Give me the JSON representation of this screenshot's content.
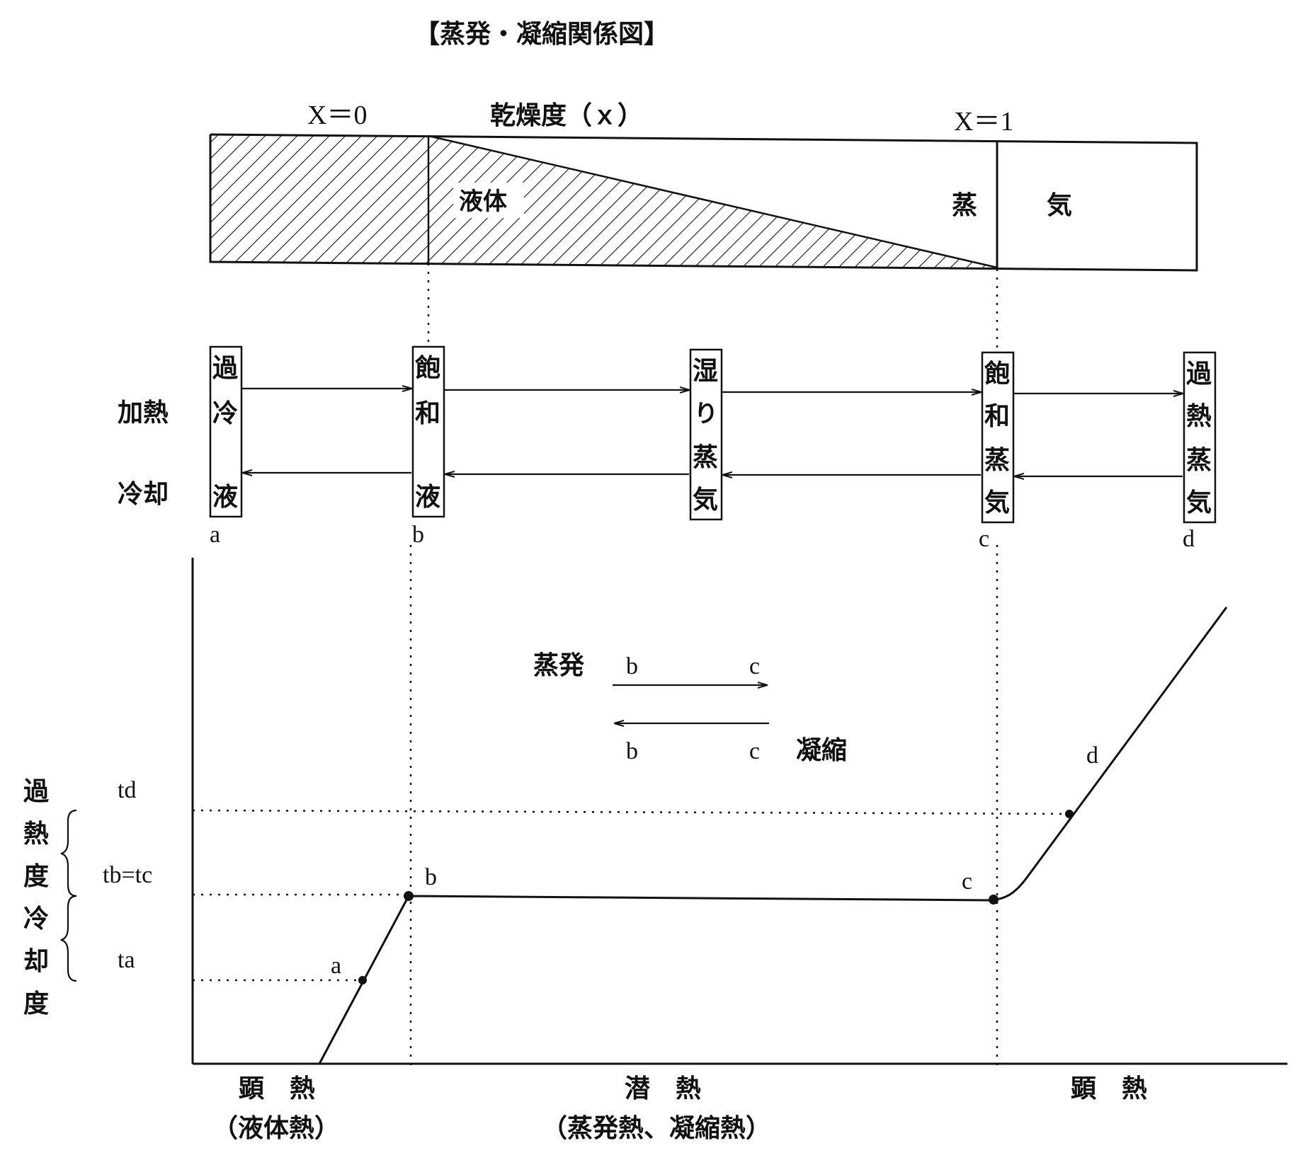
{
  "title": "【蒸発・凝縮関係図】",
  "dryness_bar": {
    "x0_label": "X＝0",
    "dryness_label": "乾燥度（ｘ）",
    "x1_label": "X＝1",
    "liquid_label": "液体",
    "vapor_left": "蒸",
    "vapor_right": "気"
  },
  "process": {
    "heating_label": "加熱",
    "cooling_label": "冷却",
    "states": [
      {
        "chars": [
          "過",
          "冷",
          "液"
        ],
        "point": "a"
      },
      {
        "chars": [
          "飽",
          "和",
          "液"
        ],
        "point": "b"
      },
      {
        "chars": [
          "湿",
          "り",
          "蒸",
          "気"
        ],
        "point": ""
      },
      {
        "chars": [
          "飽",
          "和",
          "蒸",
          "気"
        ],
        "point": "c"
      },
      {
        "chars": [
          "過",
          "熱",
          "蒸",
          "気"
        ],
        "point": "d"
      }
    ]
  },
  "legend": {
    "evaporation": "蒸発",
    "condensation": "凝縮",
    "from": "b",
    "to": "c"
  },
  "graph": {
    "vertical_labels": [
      "過",
      "熱",
      "度",
      "冷",
      "却",
      "度"
    ],
    "temps": {
      "td": "td",
      "tbtc": "tb=tc",
      "ta": "ta"
    },
    "point_labels": {
      "a": "a",
      "b": "b",
      "c": "c",
      "d": "d"
    },
    "bottom": {
      "sensible_left": "顕　熱",
      "sensible_left_sub": "（液体熱）",
      "latent": "潜　熱",
      "latent_sub": "（蒸発熱、凝縮熱）",
      "sensible_right": "顕　熱"
    }
  },
  "colors": {
    "ink": "#111111",
    "background": "#ffffff"
  }
}
